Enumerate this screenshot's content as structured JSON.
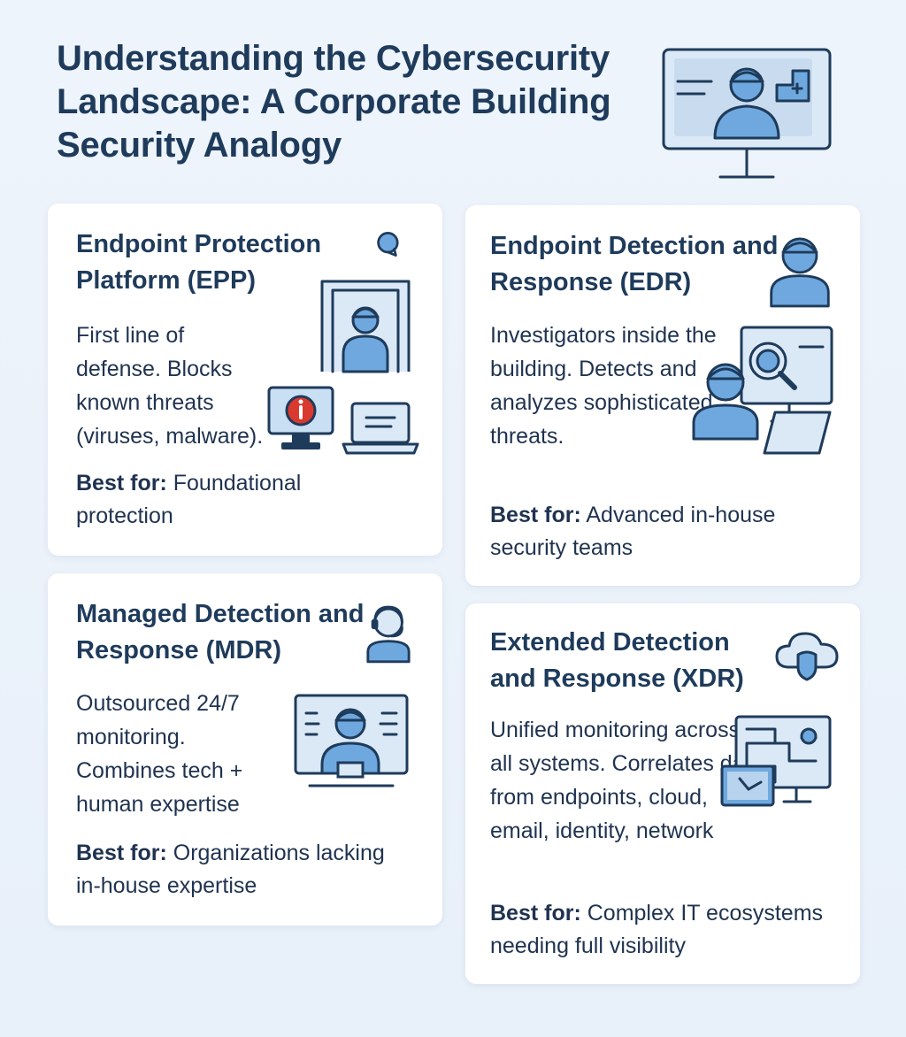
{
  "title": "Understanding the Cybersecurity Landscape: A Corporate Building Security Analogy",
  "cards": [
    {
      "title": "Endpoint Protection Platform (EPP)",
      "description": "First line of defense. Blocks known threats (viruses, malware).",
      "best_for_label": "Best for:",
      "best_for_text": "Foundational protection"
    },
    {
      "title": "Endpoint Detection and Response (EDR)",
      "description": "Investigators inside the building. Detects and analyzes sophisticated threats.",
      "best_for_label": "Best for:",
      "best_for_text": "Advanced in-house security teams"
    },
    {
      "title": "Managed Detection and Response (MDR)",
      "description": "Outsourced 24/7 monitoring. Combines tech + human expertise",
      "best_for_label": "Best for:",
      "best_for_text": "Organizations lacking in-house expertise"
    },
    {
      "title": "Extended Detection and Response (XDR)",
      "description": "Unified monitoring across all systems. Correlates data from endpoints, cloud, email, identity, network",
      "best_for_label": "Best for:",
      "best_for_text": "Complex IT ecosystems needing full visibility"
    }
  ],
  "colors": {
    "heading": "#1f3b5b",
    "accent": "#6ea8de",
    "alert": "#d9392f",
    "background": "#eef4fb"
  },
  "icons": [
    "monitor-guard-icon",
    "security-gate-guard-icon",
    "alert-monitor-icon",
    "laptop-icon",
    "chat-bubble-icon",
    "investigator-icon",
    "magnifier-screen-icon",
    "headset-agent-icon",
    "monitoring-screen-icon",
    "cloud-shield-icon",
    "network-map-icon",
    "clock-monitor-icon"
  ]
}
